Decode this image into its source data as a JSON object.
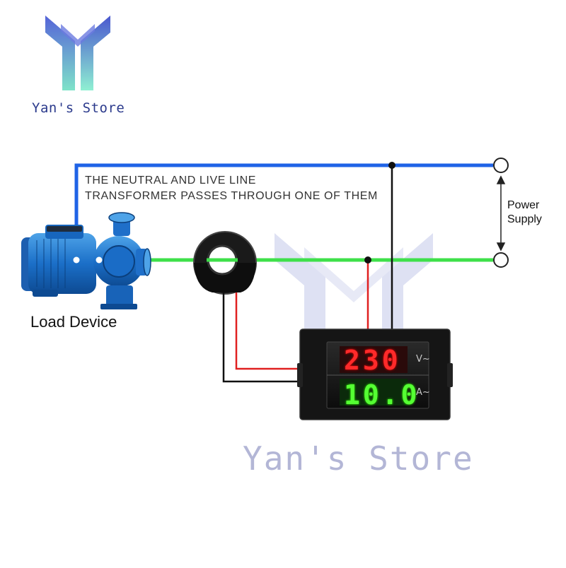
{
  "brand": {
    "name": "Yan's Store"
  },
  "diagram": {
    "note_line1": "THE NEUTRAL AND LIVE LINE",
    "note_line2": "TRANSFORMER PASSES THROUGH ONE OF THEM",
    "power_supply_line1": "Power",
    "power_supply_line2": "Supply",
    "load_label": "Load Device"
  },
  "meter": {
    "voltage_reading": "230",
    "voltage_unit": "V~",
    "current_reading": "10.0",
    "current_unit": "A~"
  },
  "watermark": {
    "text": "Yan's Store"
  },
  "colors": {
    "neutral_wire": "#1f63e6",
    "live_wire": "#3ee04a",
    "signal_wire_red": "#e02020",
    "signal_wire_black": "#111111",
    "brand_purple": "#5b6fd6",
    "brand_teal": "#7fe3c9"
  },
  "icons": [
    "logo-mark-icon",
    "water-pump-icon",
    "current-transformer-icon",
    "panel-meter-icon",
    "terminal-icon",
    "double-arrow-icon"
  ]
}
